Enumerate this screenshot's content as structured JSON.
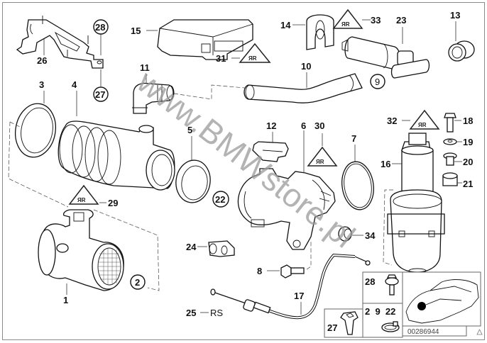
{
  "diagram": {
    "type": "exploded parts diagram",
    "subject": "Air intake / mass air flow sensor and throttle actuator assembly",
    "watermark": "www.BMWstore.pl",
    "diagram_code": "00286944"
  },
  "callouts": [
    {
      "id": "1",
      "style": "plain"
    },
    {
      "id": "2",
      "style": "circled"
    },
    {
      "id": "3",
      "style": "plain"
    },
    {
      "id": "4",
      "style": "plain"
    },
    {
      "id": "5",
      "style": "plain"
    },
    {
      "id": "6",
      "style": "plain"
    },
    {
      "id": "7",
      "style": "plain"
    },
    {
      "id": "8",
      "style": "plain"
    },
    {
      "id": "9",
      "style": "circled"
    },
    {
      "id": "10",
      "style": "plain"
    },
    {
      "id": "11",
      "style": "plain"
    },
    {
      "id": "12",
      "style": "plain"
    },
    {
      "id": "13",
      "style": "plain"
    },
    {
      "id": "14",
      "style": "plain"
    },
    {
      "id": "15",
      "style": "plain"
    },
    {
      "id": "16",
      "style": "plain"
    },
    {
      "id": "17",
      "style": "plain"
    },
    {
      "id": "18",
      "style": "plain"
    },
    {
      "id": "19",
      "style": "plain"
    },
    {
      "id": "20",
      "style": "plain"
    },
    {
      "id": "21",
      "style": "plain"
    },
    {
      "id": "22",
      "style": "circled"
    },
    {
      "id": "23",
      "style": "plain"
    },
    {
      "id": "24",
      "style": "plain"
    },
    {
      "id": "25",
      "style": "plain",
      "suffix": "RS"
    },
    {
      "id": "26",
      "style": "plain"
    },
    {
      "id": "27",
      "style": "circled"
    },
    {
      "id": "28",
      "style": "circled"
    },
    {
      "id": "29",
      "style": "warning-triangle"
    },
    {
      "id": "30",
      "style": "warning-triangle"
    },
    {
      "id": "31",
      "style": "warning-triangle"
    },
    {
      "id": "32",
      "style": "warning-triangle"
    },
    {
      "id": "33",
      "style": "warning-triangle"
    },
    {
      "id": "34",
      "style": "plain"
    }
  ],
  "labels": {
    "l1": "1",
    "l2": "2",
    "l3": "3",
    "l4": "4",
    "l5": "5",
    "l6": "6",
    "l7": "7",
    "l8": "8",
    "l9": "9",
    "l10": "10",
    "l11": "11",
    "l12": "12",
    "l13": "13",
    "l14": "14",
    "l15": "15",
    "l16": "16",
    "l17": "17",
    "l18": "18",
    "l19": "19",
    "l20": "20",
    "l21": "21",
    "l22": "22",
    "l23": "23",
    "l24": "24",
    "l25": "25",
    "l25s": "RS",
    "l26": "26",
    "l27": "27",
    "l28": "28",
    "l29": "29",
    "l30": "30",
    "l31": "31",
    "l32": "32",
    "l33": "33",
    "l34": "34"
  },
  "legend_box": {
    "rows": [
      {
        "label": "28",
        "part": "screw"
      },
      {
        "label": "2  9  22",
        "part": "hose clamp"
      }
    ],
    "side_label": "27",
    "side_part": "clip nut"
  },
  "locator": {
    "caption": "00286944",
    "marker_icon": "filled-dot",
    "corner_icon": "triangle-outline"
  }
}
